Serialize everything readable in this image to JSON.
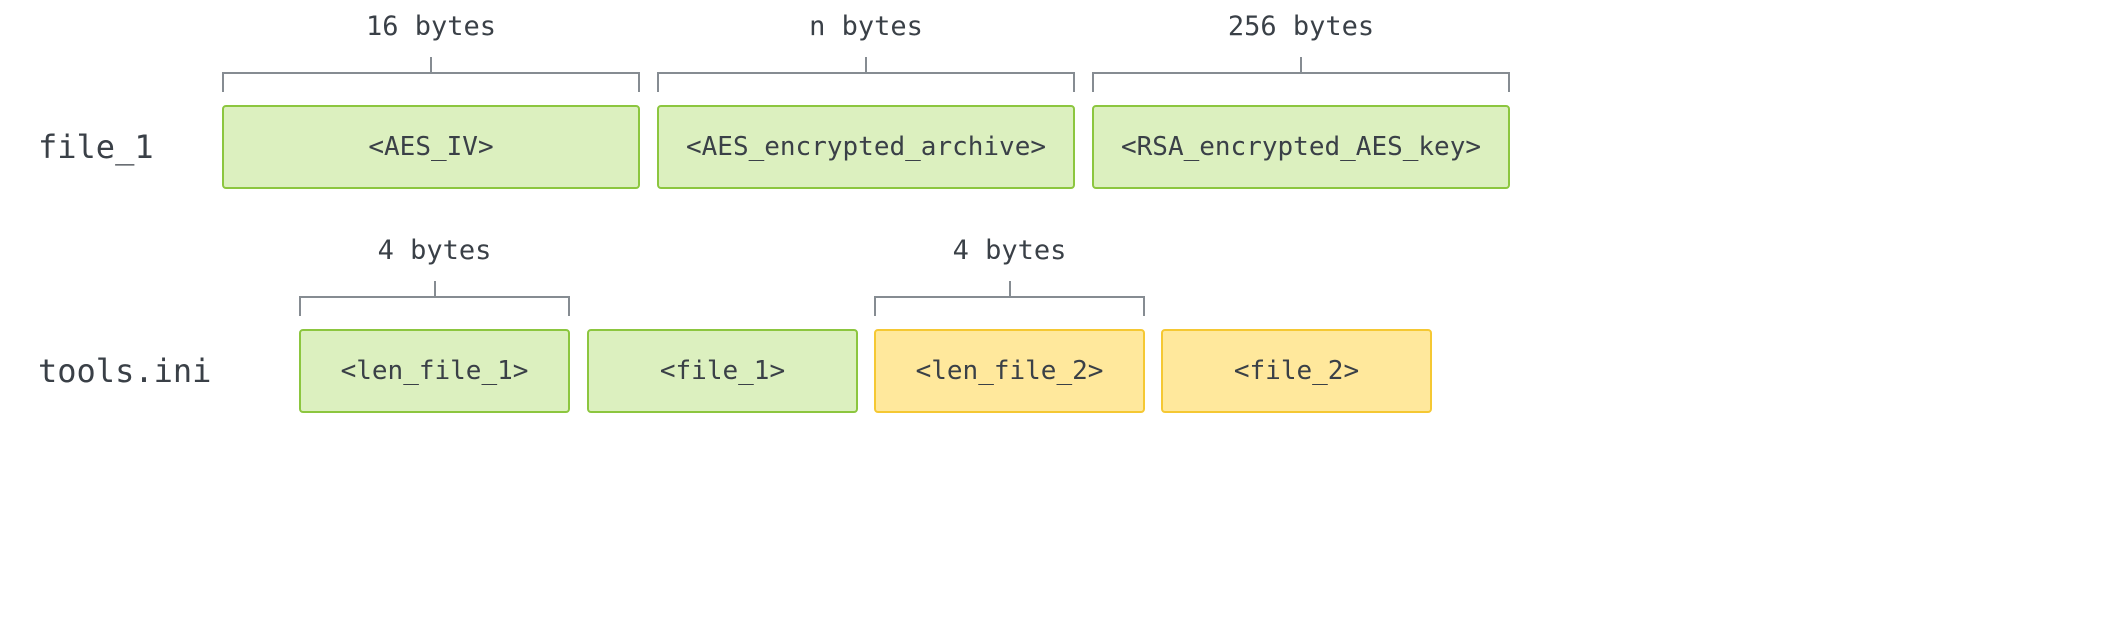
{
  "rows": [
    {
      "label": "file_1",
      "fields": [
        {
          "text": "<AES_IV>",
          "size": "16 bytes",
          "color": "green"
        },
        {
          "text": "<AES_encrypted_archive>",
          "size": "n bytes",
          "color": "green"
        },
        {
          "text": "<RSA_encrypted_AES_key>",
          "size": "256 bytes",
          "color": "green"
        }
      ]
    },
    {
      "label": "tools.ini",
      "fields": [
        {
          "text": "<len_file_1>",
          "size": "4 bytes",
          "color": "green"
        },
        {
          "text": "<file_1>",
          "size": "",
          "color": "green"
        },
        {
          "text": "<len_file_2>",
          "size": "4 bytes",
          "color": "yellow"
        },
        {
          "text": "<file_2>",
          "size": "",
          "color": "yellow"
        }
      ]
    }
  ],
  "colors": {
    "green_fill": "#dcf0bf",
    "green_border": "#8cc63f",
    "yellow_fill": "#ffe89c",
    "yellow_border": "#f5c833",
    "bracket": "#868c92",
    "text": "#3a4047"
  }
}
